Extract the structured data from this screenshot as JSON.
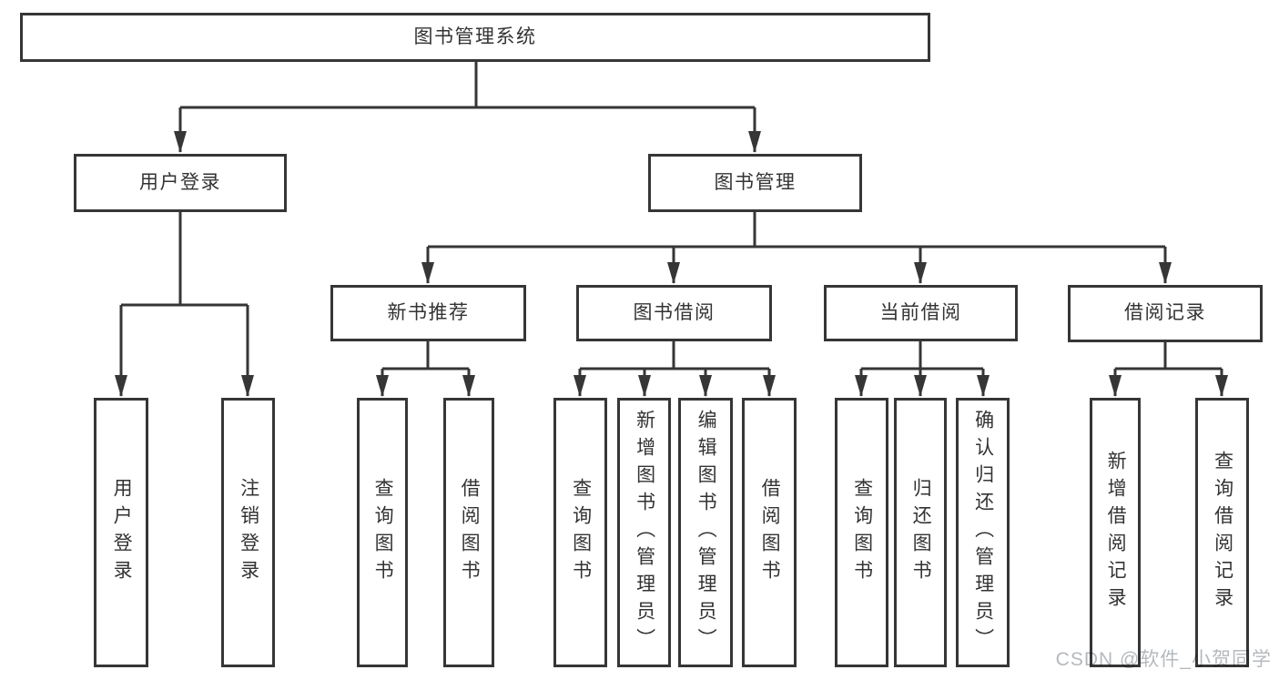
{
  "diagram": {
    "root": {
      "label": "图书管理系统"
    },
    "branches": {
      "user_login": {
        "label": "用户登录",
        "children": [
          "用户登录",
          "注销登录"
        ]
      },
      "book_mgmt": {
        "label": "图书管理"
      }
    },
    "modules": [
      {
        "label": "新书推荐",
        "children": [
          "查询图书",
          "借阅图书"
        ]
      },
      {
        "label": "图书借阅",
        "children": [
          "查询图书",
          "新增图书（管理员）",
          "编辑图书（管理员）",
          "借阅图书"
        ]
      },
      {
        "label": "当前借阅",
        "children": [
          "查询图书",
          "归还图书",
          "确认归还（管理员）"
        ]
      },
      {
        "label": "借阅记录",
        "children": [
          "新增借阅记录",
          "查询借阅记录"
        ]
      }
    ]
  },
  "watermark": {
    "text": "CSDN @软件_小贺同学"
  },
  "colors": {
    "line": "#363636",
    "text": "#333333",
    "background": "#ffffff",
    "watermark": "#b5b9be"
  }
}
